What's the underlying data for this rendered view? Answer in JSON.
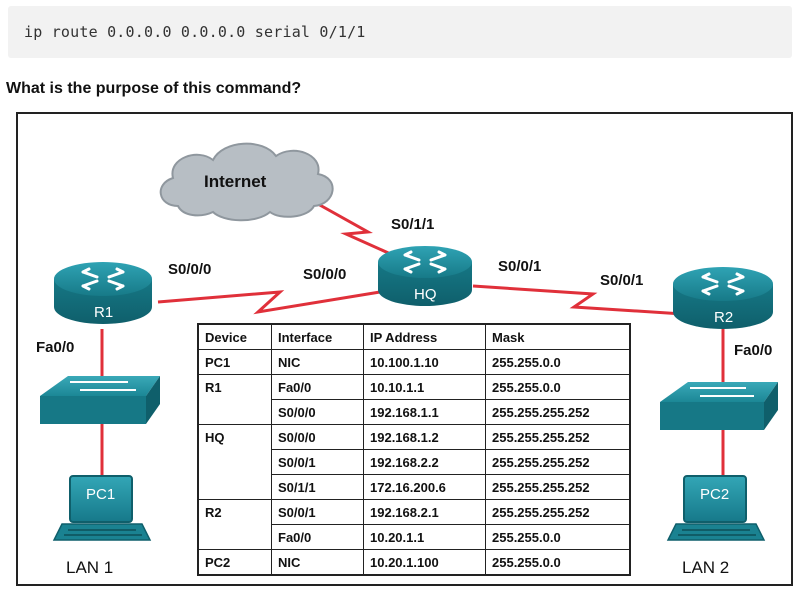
{
  "command": "ip route 0.0.0.0 0.0.0.0 serial 0/1/1",
  "question": "What is the purpose of this command?",
  "diagram": {
    "cloud_label": "Internet",
    "routers": {
      "r1": "R1",
      "hq": "HQ",
      "r2": "R2"
    },
    "interfaces": {
      "r1_s000": "S0/0/0",
      "hq_s000": "S0/0/0",
      "hq_s011": "S0/1/1",
      "hq_s001": "S0/0/1",
      "r2_s001": "S0/0/1",
      "r1_fa00": "Fa0/0",
      "r2_fa00": "Fa0/0"
    },
    "pcs": {
      "pc1": "PC1",
      "pc2": "PC2"
    },
    "lans": {
      "lan1": "LAN 1",
      "lan2": "LAN 2"
    },
    "colors": {
      "router": "#1f8a99",
      "switch": "#1f8a99",
      "serial_link": "#e0303a",
      "cloud": "#b7bec4"
    }
  },
  "table": {
    "headers": [
      "Device",
      "Interface",
      "IP Address",
      "Mask"
    ],
    "rows": [
      [
        "PC1",
        "NIC",
        "10.100.1.10",
        "255.255.0.0"
      ],
      [
        "R1",
        "Fa0/0",
        "10.10.1.1",
        "255.255.0.0"
      ],
      [
        "",
        "S0/0/0",
        "192.168.1.1",
        "255.255.255.252"
      ],
      [
        "HQ",
        "S0/0/0",
        "192.168.1.2",
        "255.255.255.252"
      ],
      [
        "",
        "S0/0/1",
        "192.168.2.2",
        "255.255.255.252"
      ],
      [
        "",
        "S0/1/1",
        "172.16.200.6",
        "255.255.255.252"
      ],
      [
        "R2",
        "S0/0/1",
        "192.168.2.1",
        "255.255.255.252"
      ],
      [
        "",
        "Fa0/0",
        "10.20.1.1",
        "255.255.0.0"
      ],
      [
        "PC2",
        "NIC",
        "10.20.1.100",
        "255.255.0.0"
      ]
    ]
  }
}
